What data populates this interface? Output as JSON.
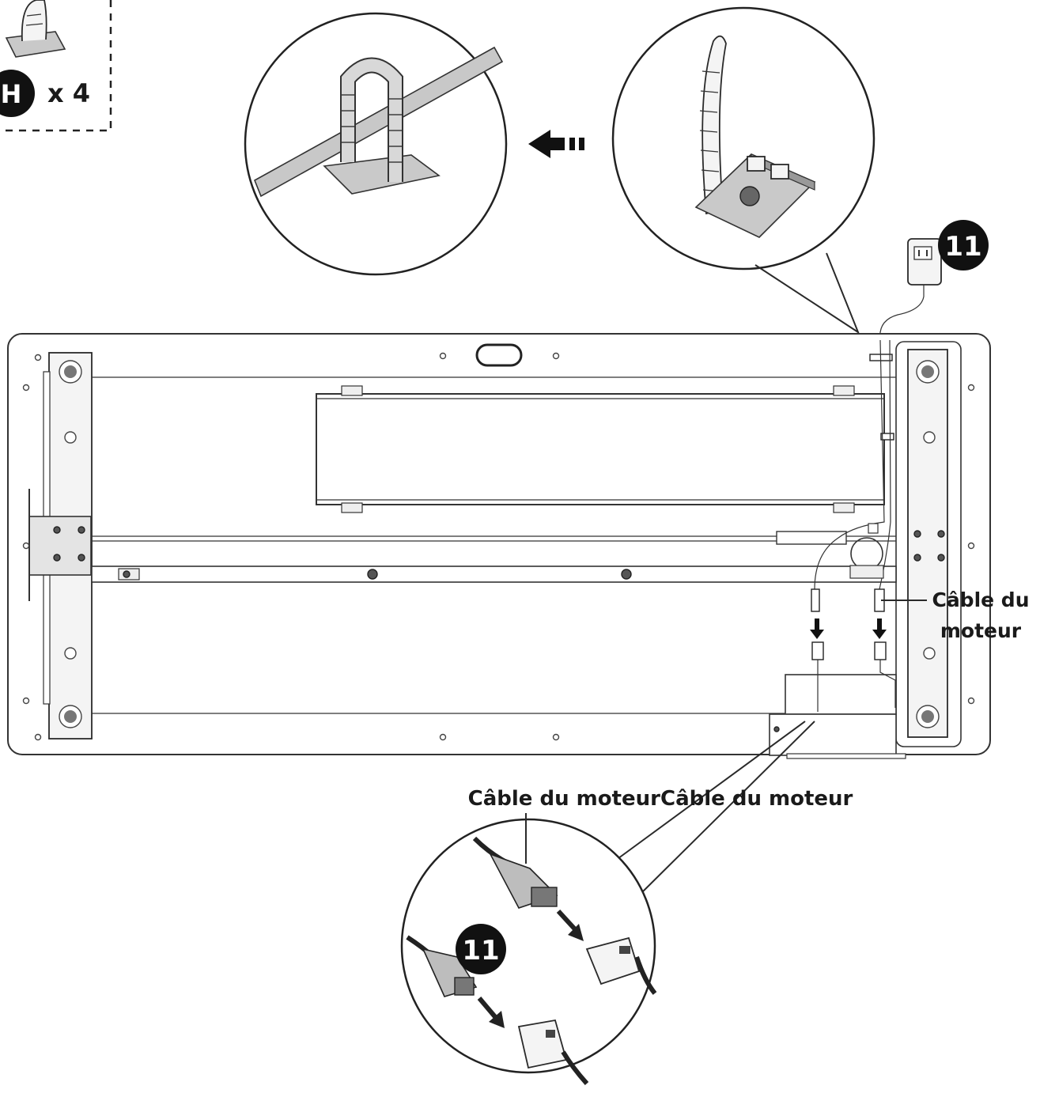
{
  "parts_box": {
    "part_letter": "H",
    "quantity": "x 4"
  },
  "badges": {
    "adapter": "11",
    "connector": "11"
  },
  "labels": {
    "motor_cable_right_line1": "Câble du",
    "motor_cable_right_line2": "moteur",
    "motor_cable_bottom": "Câble du moteurCâble du moteur"
  }
}
